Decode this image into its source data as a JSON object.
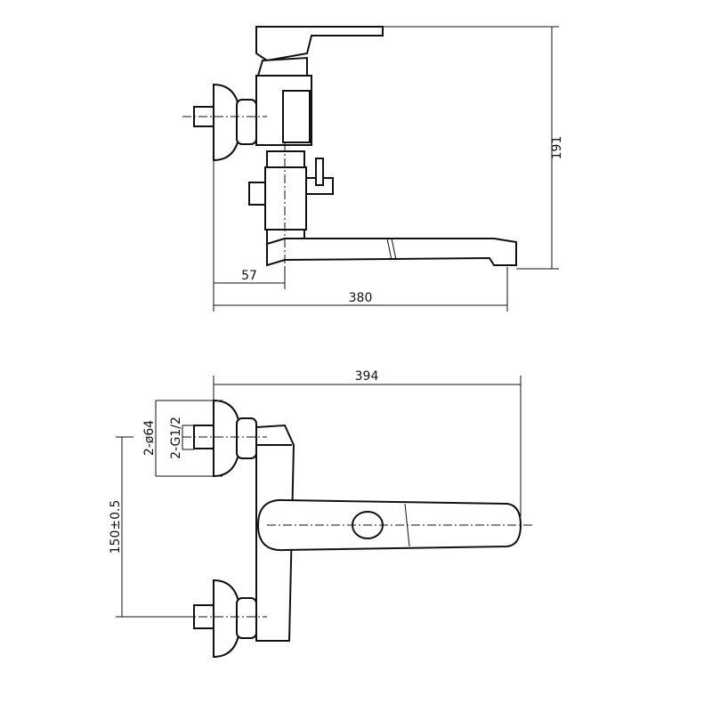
{
  "drawing": {
    "side_view": {
      "height_dim": "191",
      "wall_offset_dim": "57",
      "spout_reach_dim": "380"
    },
    "front_view": {
      "width_dim": "394",
      "flange_dim": "2-ø64",
      "thread_dim": "2-G1/2",
      "centers_dim": "150±0.5"
    }
  }
}
